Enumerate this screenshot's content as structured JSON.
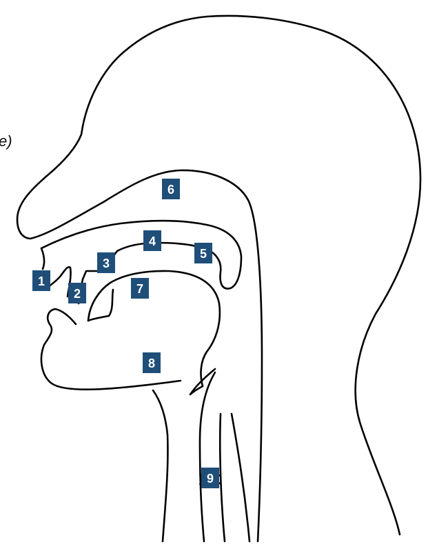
{
  "edge_text": "e)",
  "colors": {
    "stroke": "#000000",
    "label_fill": "#1f4e79",
    "label_text": "#ffffff"
  },
  "labels": [
    {
      "id": "label-1",
      "text": "1"
    },
    {
      "id": "label-2",
      "text": "2"
    },
    {
      "id": "label-3",
      "text": "3"
    },
    {
      "id": "label-4",
      "text": "4"
    },
    {
      "id": "label-5",
      "text": "5"
    },
    {
      "id": "label-6",
      "text": "6"
    },
    {
      "id": "label-7",
      "text": "7"
    },
    {
      "id": "label-8",
      "text": "8"
    },
    {
      "id": "label-9",
      "text": "9"
    }
  ]
}
